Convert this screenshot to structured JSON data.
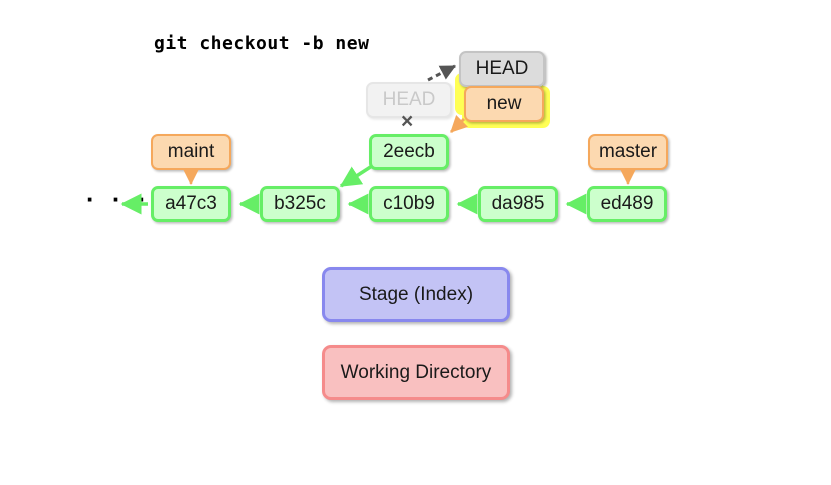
{
  "title": "git checkout -b new",
  "colors": {
    "commit_fill": "#ccffcc",
    "commit_border": "#66ee66",
    "branch_fill": "#fcd9b0",
    "branch_border": "#f5a85c",
    "head_fill": "#dcdcdc",
    "head_ghost_text": "#c9c9c9",
    "highlight": "#ffff55",
    "stage_fill": "#c3c3f5",
    "stage_border": "#8888ee",
    "working_fill": "#f9c0c0",
    "working_border": "#f58b8b",
    "arrow_green": "#66ee66",
    "arrow_orange": "#f5a85c",
    "arrow_dashed": "#555555"
  },
  "commits": [
    {
      "id": "a47c3"
    },
    {
      "id": "b325c"
    },
    {
      "id": "c10b9"
    },
    {
      "id": "da985"
    },
    {
      "id": "ed489"
    },
    {
      "id": "2eecb"
    }
  ],
  "branches": [
    {
      "label": "maint",
      "points_to": "a47c3"
    },
    {
      "label": "master",
      "points_to": "ed489"
    },
    {
      "label": "new",
      "points_to": "2eecb"
    }
  ],
  "head": {
    "current_label": "HEAD",
    "ghost_label": "HEAD",
    "detached_marker": "×"
  },
  "areas": {
    "stage": "Stage (Index)",
    "working": "Working Directory"
  },
  "history_ellipsis": "· · ·"
}
